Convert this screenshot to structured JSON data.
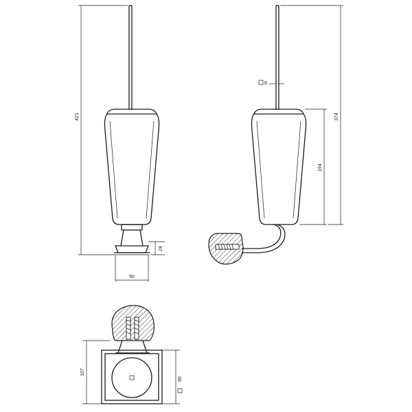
{
  "dimensions": {
    "front_height": "421",
    "front_base_height": "24",
    "front_base_width": "50",
    "side_total_height": "374",
    "side_body_height": "194",
    "side_handle_square": "8",
    "top_depth": "107",
    "top_plate_square": "85"
  }
}
